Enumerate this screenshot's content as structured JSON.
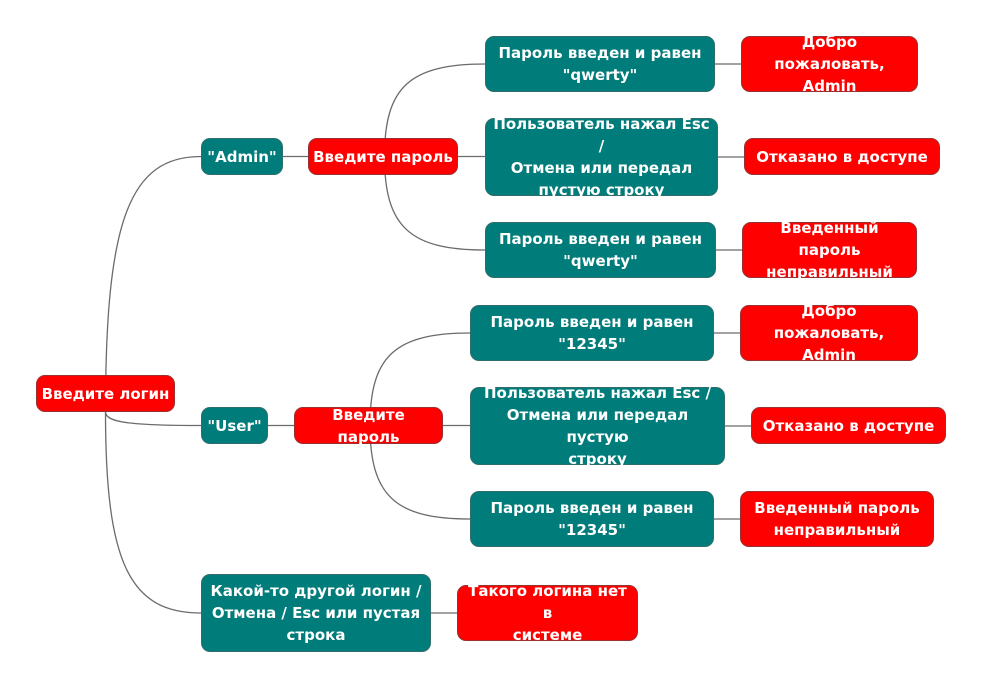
{
  "colors": {
    "condition_node": "#007c7a",
    "action_node": "#ff0000",
    "connector": "#6b6b6b"
  },
  "nodes": {
    "root": "Введите логин",
    "admin": "\"Admin\"",
    "admin_prompt": "Введите пароль",
    "admin_cond_1": "Пароль введен и равен\n\"qwerty\"",
    "admin_res_1": "Добро пожаловать,\nAdmin",
    "admin_cond_2": "Пользователь нажал Esc /\nОтмена или передал\nпустую строку",
    "admin_res_2": "Отказано в доступе",
    "admin_cond_3": "Пароль введен и равен\n\"qwerty\"",
    "admin_res_3": "Введенный пароль\nнеправильный",
    "user": "\"User\"",
    "user_prompt": "Введите пароль",
    "user_cond_1": "Пароль введен и равен\n\"12345\"",
    "user_res_1": "Добро пожаловать,\nAdmin",
    "user_cond_2": "Пользователь нажал Esc /\nОтмена или передал пустую\nстроку",
    "user_res_2": "Отказано в доступе",
    "user_cond_3": "Пароль введен и равен\n\"12345\"",
    "user_res_3": "Введенный пароль\nнеправильный",
    "other": "Какой-то другой логин /\nОтмена / Esc или пустая\nстрока",
    "other_res": "Такого логина нет в\nсистеме"
  }
}
